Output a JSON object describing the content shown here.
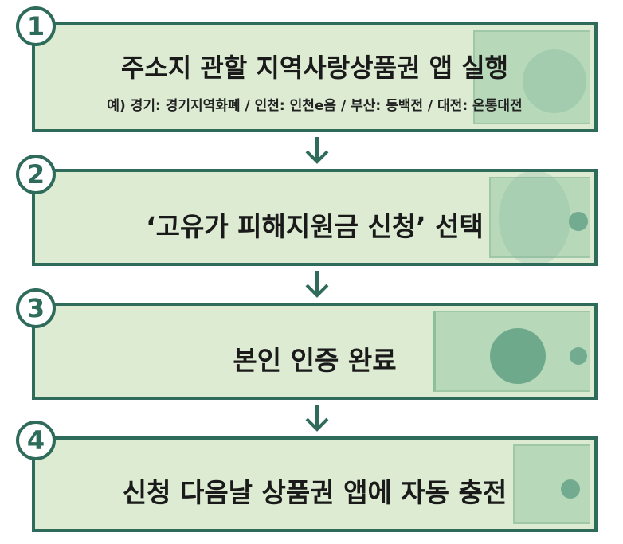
{
  "steps": [
    {
      "number": "1",
      "title": "주소지 관할 지역사랑상품권 앱 실행",
      "subtitle": "예) 경기: 경기지역화폐 / 인천: 인천e음 / 부산: 동백전 / 대전: 온통대전"
    },
    {
      "number": "2",
      "title": "‘고유가 피해지원금 신청’ 선택"
    },
    {
      "number": "3",
      "title": "본인 인증 완료"
    },
    {
      "number": "4",
      "title": "신청 다음날 상품권 앱에 자동 충전"
    }
  ],
  "colors": {
    "border": "#2f6b5b",
    "box_fill": "#dcebd2",
    "banknote_fill": "#b7d9ba",
    "arrow": "#2f6b5b"
  },
  "icons": [
    "banknote-icon",
    "arrow-down-icon"
  ]
}
